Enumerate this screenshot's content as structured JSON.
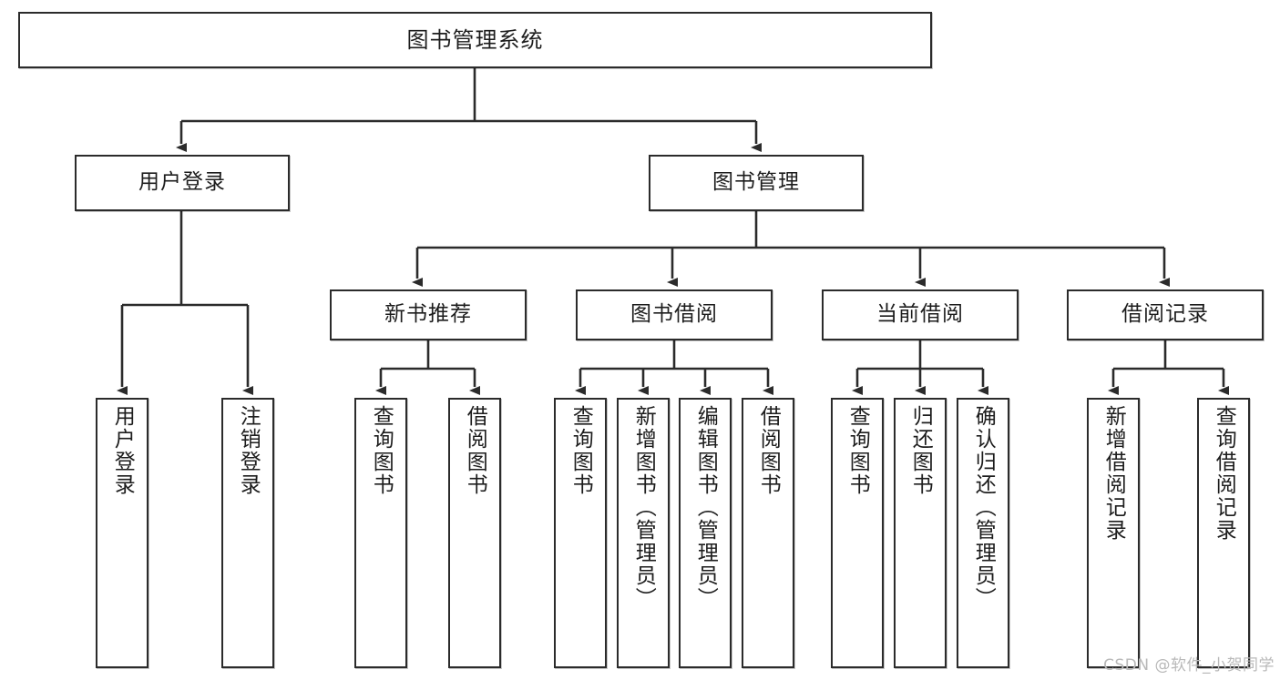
{
  "diagram": {
    "title": "图书管理系统",
    "type": "tree-hierarchy",
    "watermark": "CSDN @软件_小贺同学",
    "colors": {
      "stroke": "#2b2b2b",
      "fill": "#ffffff",
      "text": "#1d1d1d",
      "watermark": "#b9b9b9"
    },
    "nodes": {
      "root": {
        "label": "图书管理系统"
      },
      "level2": [
        {
          "id": "user-login",
          "label": "用户登录"
        },
        {
          "id": "book-manage",
          "label": "图书管理"
        }
      ],
      "level3": [
        {
          "id": "new-book-recommend",
          "label": "新书推荐"
        },
        {
          "id": "book-borrow",
          "label": "图书借阅"
        },
        {
          "id": "current-borrow",
          "label": "当前借阅"
        },
        {
          "id": "borrow-record",
          "label": "借阅记录"
        }
      ],
      "leaves": {
        "user-login": [
          {
            "id": "leaf-user-login",
            "label": "用户登录"
          },
          {
            "id": "leaf-logout",
            "label": "注销登录"
          }
        ],
        "new-book-recommend": [
          {
            "id": "leaf-query-book-1",
            "label": "查询图书"
          },
          {
            "id": "leaf-borrow-book-1",
            "label": "借阅图书"
          }
        ],
        "book-borrow": [
          {
            "id": "leaf-query-book-2",
            "label": "查询图书"
          },
          {
            "id": "leaf-add-book",
            "label": "新增图书（管理员）"
          },
          {
            "id": "leaf-edit-book",
            "label": "编辑图书（管理员）"
          },
          {
            "id": "leaf-borrow-book-2",
            "label": "借阅图书"
          }
        ],
        "current-borrow": [
          {
            "id": "leaf-query-book-3",
            "label": "查询图书"
          },
          {
            "id": "leaf-return-book",
            "label": "归还图书"
          },
          {
            "id": "leaf-confirm-return",
            "label": "确认归还（管理员）"
          }
        ],
        "borrow-record": [
          {
            "id": "leaf-add-record",
            "label": "新增借阅记录"
          },
          {
            "id": "leaf-query-record",
            "label": "查询借阅记录"
          }
        ]
      }
    }
  }
}
